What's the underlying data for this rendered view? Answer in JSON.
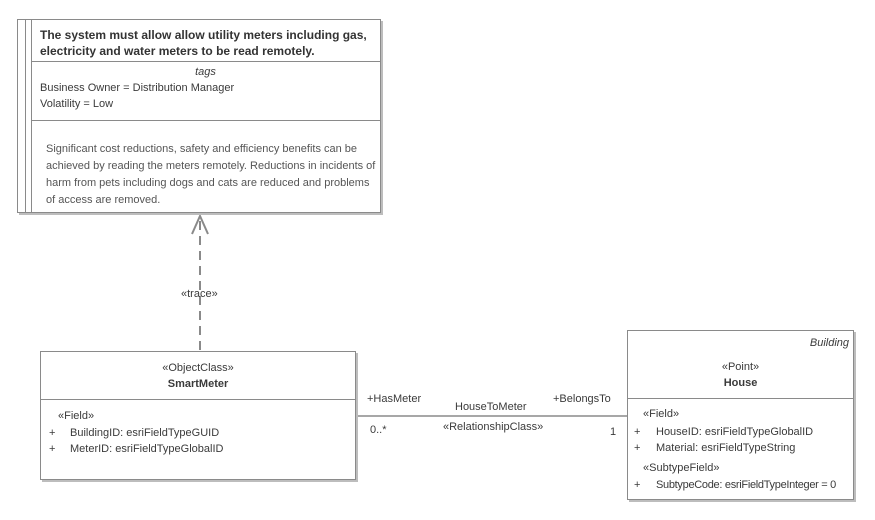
{
  "requirement": {
    "title": "The system must allow allow utility meters including gas, electricity and water meters to be read remotely.",
    "tags_header": "tags",
    "tag_business_owner": "Business Owner = Distribution Manager",
    "tag_volatility": "Volatility = Low",
    "note": "Significant cost reductions, safety and efficiency benefits  can be achieved by reading the meters remotely. Reductions in incidents of harm from pets including dogs and cats are reduced and problems of access are removed."
  },
  "trace": {
    "label": "«trace»"
  },
  "smart_meter": {
    "stereotype": "«ObjectClass»",
    "name": "SmartMeter",
    "field_group": "«Field»",
    "attributes": [
      {
        "visibility": "+",
        "text": "BuildingID: esriFieldTypeGUID"
      },
      {
        "visibility": "+",
        "text": "MeterID: esriFieldTypeGlobalID"
      }
    ]
  },
  "house": {
    "package": "Building",
    "stereotype": "«Point»",
    "name": "House",
    "field_group": "«Field»",
    "attributes": [
      {
        "visibility": "+",
        "text": "HouseID: esriFieldTypeGlobalID"
      },
      {
        "visibility": "+",
        "text": "Material: esriFieldTypeString"
      }
    ],
    "subtype_group": "«SubtypeField»",
    "subtype_attributes": [
      {
        "visibility": "+",
        "text": "SubtypeCode: esriFieldTypeInteger = 0"
      }
    ]
  },
  "association": {
    "name": "HouseToMeter",
    "stereotype": "«RelationshipClass»",
    "source_role": "+HasMeter",
    "source_multiplicity": "0..*",
    "target_role": "+BelongsTo",
    "target_multiplicity": "1"
  },
  "colors": {
    "line": "#8a8a8a",
    "text": "#3a3a3a"
  }
}
